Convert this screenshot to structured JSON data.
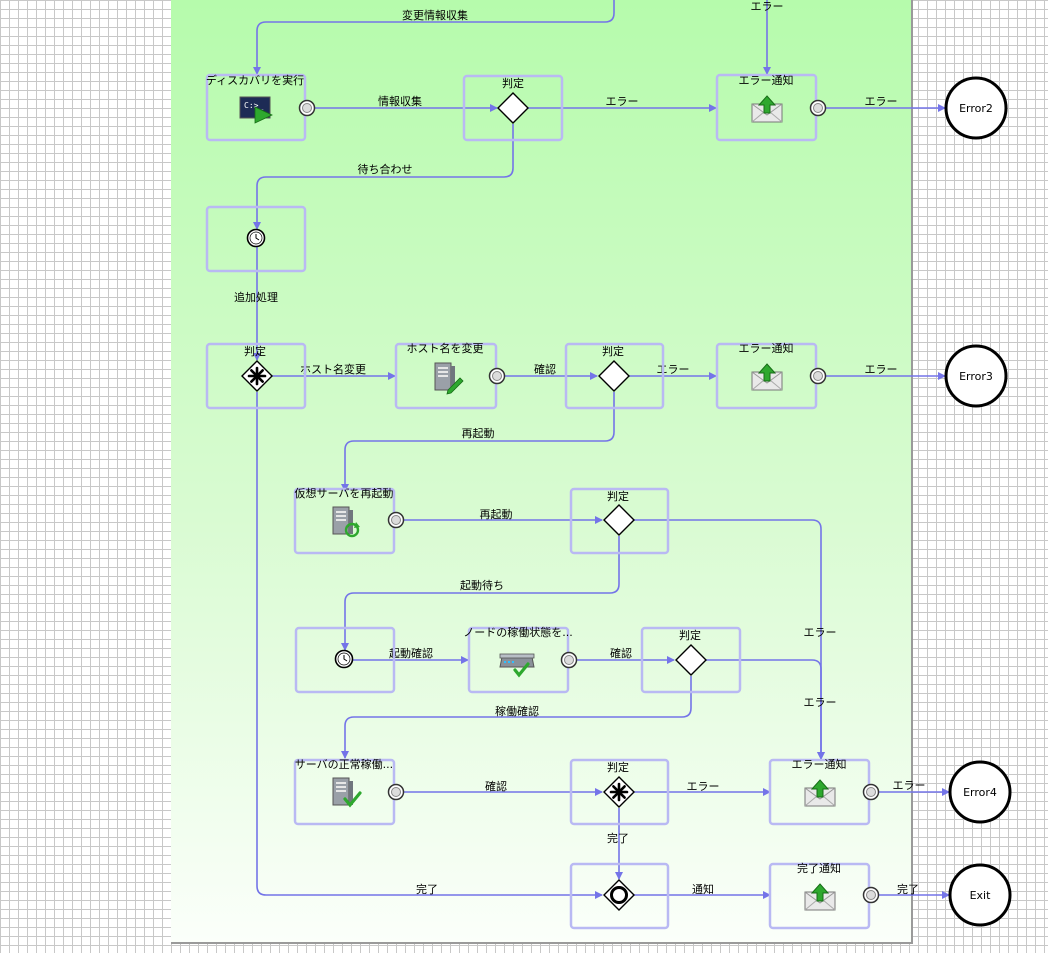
{
  "nodes": {
    "discovery": "ディスカバリを実行",
    "judge1": "判定",
    "errnotify1": "エラー通知",
    "error2": "Error2",
    "judge2": "判定",
    "hostname": "ホスト名を変更",
    "judge3": "判定",
    "errnotify2": "エラー通知",
    "error3": "Error3",
    "reboot": "仮想サーバを再起動",
    "judge4": "判定",
    "nodestate": "ノードの稼働状態を...",
    "judge5": "判定",
    "servercheck": "サーバの正常稼働...",
    "judge6": "判定",
    "errnotify3": "エラー通知",
    "error4": "Error4",
    "donenotify": "完了通知",
    "exit": "Exit"
  },
  "edges": {
    "top_collect": "変更情報収集",
    "top_error": "エラー",
    "info_collect": "情報収集",
    "j1_error": "エラー",
    "en1_error": "エラー",
    "wait_join": "待ち合わせ",
    "additional": "追加処理",
    "hostname_change": "ホスト名変更",
    "confirm1": "確認",
    "j3_error": "エラー",
    "en2_error": "エラー",
    "restart1": "再起動",
    "restart2": "再起動",
    "boot_wait": "起動待ち",
    "j4_error": "エラー",
    "boot_confirm": "起動確認",
    "confirm2": "確認",
    "j5_error": "エラー",
    "run_confirm": "稼働確認",
    "confirm3": "確認",
    "j6_error": "エラー",
    "en3_error": "エラー",
    "done1": "完了",
    "done2": "完了",
    "notify": "通知",
    "done3": "完了"
  }
}
